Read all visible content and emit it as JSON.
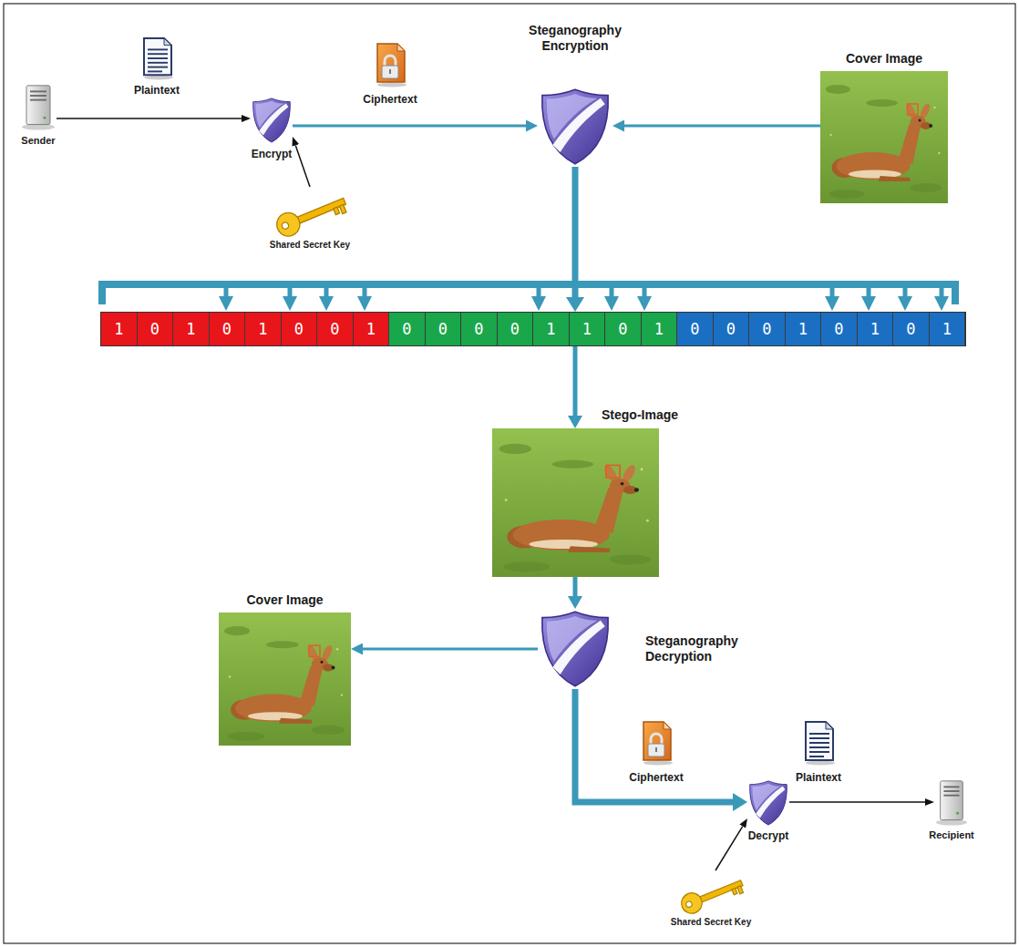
{
  "diagram": {
    "nodes": [
      {
        "text": [
          "Sender"
        ]
      },
      {
        "text": [
          "Encrypt"
        ]
      },
      {
        "text": [
          "Shared Secret Key"
        ]
      },
      {
        "text": [
          "Steganography Encryption"
        ]
      },
      {
        "text": [
          "Cover Image"
        ]
      },
      {
        "text": [
          "1",
          "0",
          "1",
          "0",
          "1",
          "0",
          "0",
          "1",
          "0",
          "0",
          "0",
          "0",
          "1",
          "1",
          "0",
          "1",
          "0",
          "0",
          "0",
          "1",
          "0",
          "1",
          "0",
          "1"
        ]
      },
      {
        "text": [
          "Stego-Image"
        ]
      },
      {
        "text": [
          "Steganography Decryption"
        ]
      },
      {
        "text": [
          "Cover Image"
        ]
      },
      {
        "text": [
          "Decrypt"
        ]
      },
      {
        "text": [
          "Shared Secret Key"
        ]
      },
      {
        "text": [
          "Recipient"
        ]
      }
    ],
    "edges": [
      {
        "from": 0,
        "to": 1,
        "label": "Plaintext",
        "arrow": "to"
      },
      {
        "from": 2,
        "to": 1,
        "arrow": "to"
      },
      {
        "from": 1,
        "to": 3,
        "label": "Ciphertext",
        "arrow": "to"
      },
      {
        "from": 4,
        "to": 3,
        "arrow": "to"
      },
      {
        "from": 3,
        "to": 5,
        "arrow": "to"
      },
      {
        "from": 5,
        "to": 6,
        "arrow": "to"
      },
      {
        "from": 6,
        "to": 7,
        "arrow": "to"
      },
      {
        "from": 7,
        "to": 8,
        "arrow": "to"
      },
      {
        "from": 7,
        "to": 9,
        "label": "Ciphertext",
        "arrow": "to"
      },
      {
        "from": 10,
        "to": 9,
        "arrow": "to"
      },
      {
        "from": 9,
        "to": 11,
        "label": "Plaintext",
        "arrow": "to"
      }
    ]
  }
}
